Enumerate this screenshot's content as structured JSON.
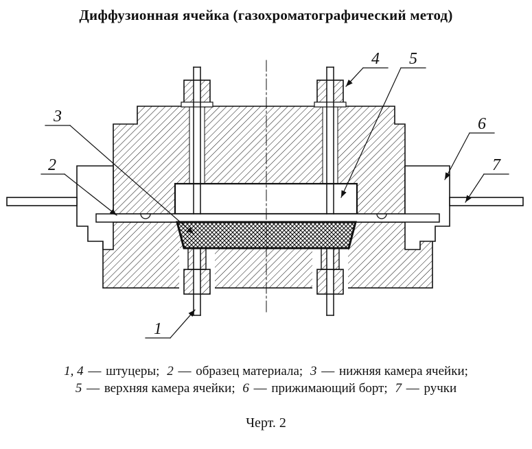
{
  "page": {
    "title": "Диффузионная ячейка (газохроматографический метод)",
    "figure_label": "Черт. 2"
  },
  "colors": {
    "ink": "#111111",
    "background": "#ffffff"
  },
  "legend": {
    "separator": "—",
    "lines": [
      {
        "items": [
          {
            "num": "1, 4",
            "label": "штуцеры;"
          },
          {
            "num": "2",
            "label": "образец материала;"
          },
          {
            "num": "3",
            "label": "нижняя камера ячейки;"
          }
        ]
      },
      {
        "items": [
          {
            "num": "5",
            "label": "верхняя камера ячейки;"
          },
          {
            "num": "6",
            "label": "прижимающий борт;"
          },
          {
            "num": "7",
            "label": "ручки"
          }
        ]
      }
    ]
  },
  "drawing": {
    "callouts": [
      {
        "label": "1"
      },
      {
        "label": "2"
      },
      {
        "label": "3"
      },
      {
        "label": "4"
      },
      {
        "label": "5"
      },
      {
        "label": "6"
      },
      {
        "label": "7"
      }
    ]
  }
}
